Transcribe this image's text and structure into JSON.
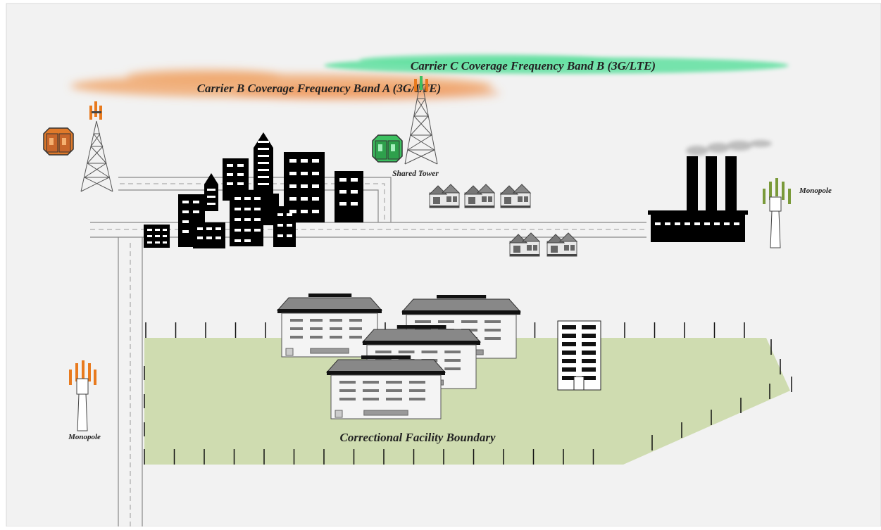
{
  "labels": {
    "carrier_b": "Carrier B Coverage Frequency Band A (3G/LTE)",
    "carrier_c": "Carrier C Coverage Frequency Band B (3G/LTE)",
    "shared_tower": "Shared Tower",
    "monopole_right": "Monopole",
    "monopole_left": "Monopole",
    "facility_boundary": "Correctional Facility Boundary"
  },
  "colors": {
    "background": "#f2f2f2",
    "carrier_b_cloud": "#f0a060",
    "carrier_c_cloud": "#5fe0a0",
    "orange_antenna": "#e87a1e",
    "green_antenna": "#7a9a3a",
    "facility_ground": "#cfdcb0",
    "building_black": "#000000",
    "equipment_orange": "#e07a2a",
    "equipment_green": "#3cc060"
  }
}
